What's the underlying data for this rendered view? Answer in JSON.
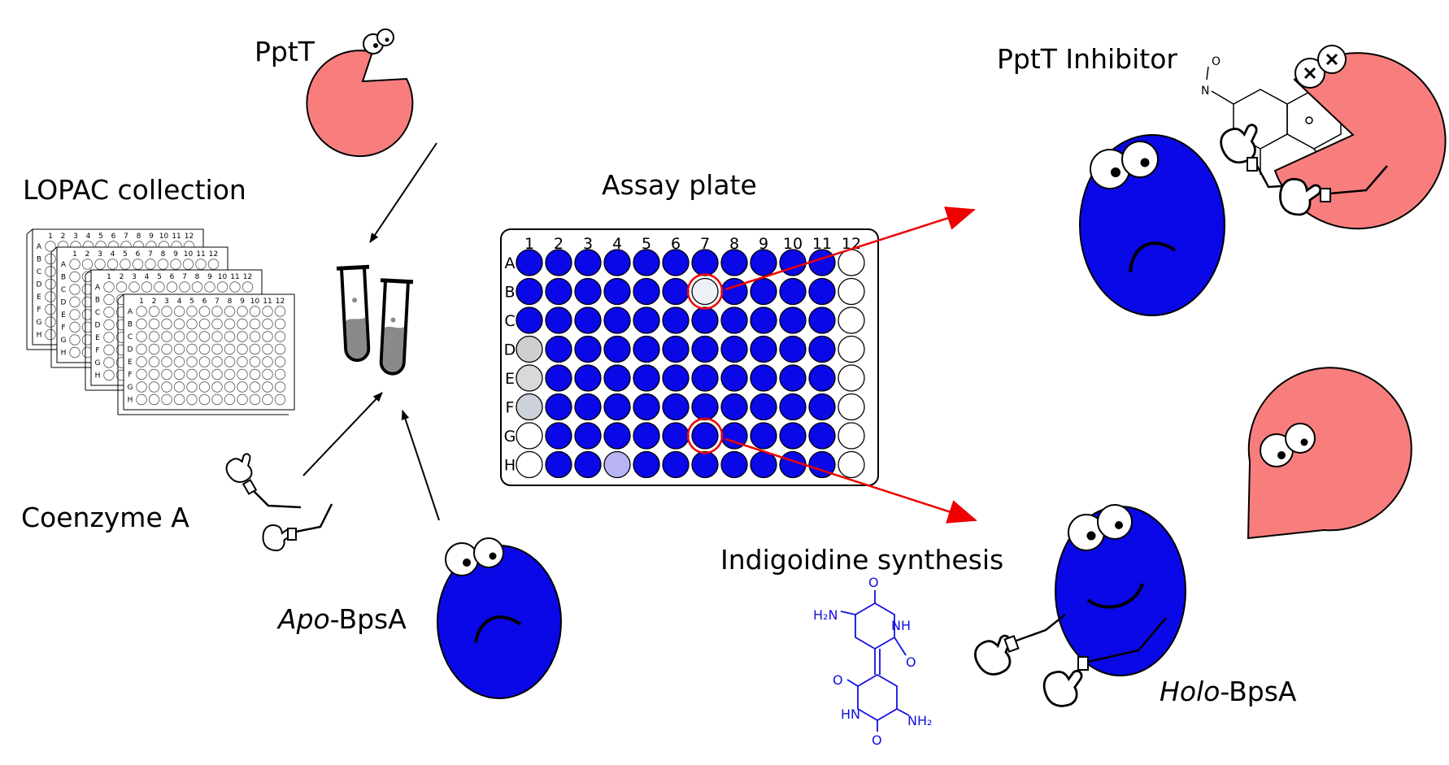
{
  "labels": {
    "pptt": "PptT",
    "lopac": "LOPAC collection",
    "coa": "Coenzyme A",
    "apo_italic": "Apo",
    "apo_rest": "-BpsA",
    "assay": "Assay plate",
    "inhibitor": "PptT Inhibitor",
    "indigoidine": "Indigoidine synthesis",
    "holo_italic": "Holo",
    "holo_rest": "-BpsA"
  },
  "plate": {
    "columns": [
      "1",
      "2",
      "3",
      "4",
      "5",
      "6",
      "7",
      "8",
      "9",
      "10",
      "11",
      "12"
    ],
    "rows": [
      "A",
      "B",
      "C",
      "D",
      "E",
      "F",
      "G",
      "H"
    ],
    "colors": {
      "blue": "#0a08e6",
      "white": "#ffffff",
      "pale": "#b8b4f4",
      "gray1": "#cfcfcf",
      "gray2": "#d9d9d9",
      "gray3": "#cbd2d9",
      "nearwhite": "#eef0f8"
    },
    "wells": [
      [
        "blue",
        "blue",
        "blue",
        "blue",
        "blue",
        "blue",
        "blue",
        "blue",
        "blue",
        "blue",
        "blue",
        "white"
      ],
      [
        "blue",
        "blue",
        "blue",
        "blue",
        "blue",
        "blue",
        "nearwhite",
        "blue",
        "blue",
        "blue",
        "blue",
        "white"
      ],
      [
        "blue",
        "blue",
        "blue",
        "blue",
        "blue",
        "blue",
        "blue",
        "blue",
        "blue",
        "blue",
        "blue",
        "white"
      ],
      [
        "gray1",
        "blue",
        "blue",
        "blue",
        "blue",
        "blue",
        "blue",
        "blue",
        "blue",
        "blue",
        "blue",
        "white"
      ],
      [
        "gray2",
        "blue",
        "blue",
        "blue",
        "blue",
        "blue",
        "blue",
        "blue",
        "blue",
        "blue",
        "blue",
        "white"
      ],
      [
        "gray3",
        "blue",
        "blue",
        "blue",
        "blue",
        "blue",
        "blue",
        "blue",
        "blue",
        "blue",
        "blue",
        "white"
      ],
      [
        "white",
        "blue",
        "blue",
        "blue",
        "blue",
        "blue",
        "blue",
        "blue",
        "blue",
        "blue",
        "blue",
        "white"
      ],
      [
        "white",
        "blue",
        "blue",
        "pale",
        "blue",
        "blue",
        "blue",
        "blue",
        "blue",
        "blue",
        "blue",
        "white"
      ]
    ],
    "highlighted": [
      {
        "row": "B",
        "col": "7"
      },
      {
        "row": "G",
        "col": "7"
      }
    ]
  },
  "chem": {
    "h2n": "H₂N",
    "nh": "NH",
    "o": "O",
    "hn": "HN",
    "nh2": "NH₂"
  },
  "colors": {
    "bpsa": "#0a08e6",
    "pptt": "#f87e7e",
    "arrow_red": "#ee0000",
    "indigo": "#1010e0"
  }
}
